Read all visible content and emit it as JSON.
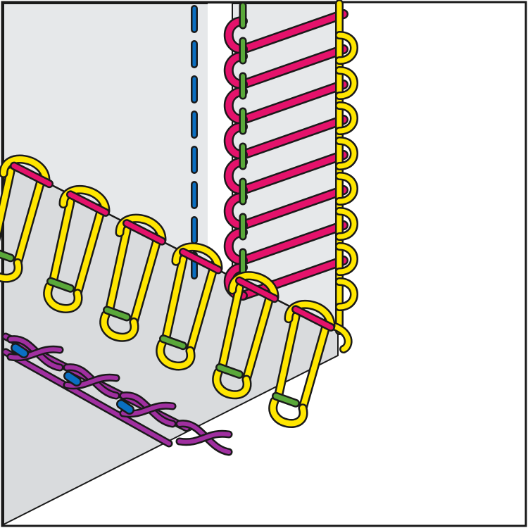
{
  "figure": {
    "description_visible_text": "",
    "colors": {
      "background": "#ffffff",
      "border": "#1a1a1a",
      "fabric_back": "#e6e8ea",
      "fabric_front": "#d9dbdd",
      "outline": "#1a1a1a",
      "needle_thread_blue": "#0a6fc2",
      "looper_pink": "#e4126b",
      "looper_yellow": "#ffe600",
      "tie_green": "#5aa83a",
      "chain_purple": "#a02fa0"
    },
    "stitch_groups": [
      {
        "name": "dashed-needle-line",
        "color_key": "needle_thread_blue"
      },
      {
        "name": "vertical-overlock-band",
        "color_key": "looper_pink"
      },
      {
        "name": "vertical-edge-thread",
        "color_key": "looper_yellow"
      },
      {
        "name": "vertical-tie-thread",
        "color_key": "tie_green"
      },
      {
        "name": "horizontal-overlock-band",
        "color_key": "looper_yellow"
      },
      {
        "name": "horizontal-edge-thread",
        "color_key": "looper_pink"
      },
      {
        "name": "horizontal-tie-thread",
        "color_key": "tie_green"
      },
      {
        "name": "chain-stitch",
        "color_key": "chain_purple"
      }
    ]
  }
}
